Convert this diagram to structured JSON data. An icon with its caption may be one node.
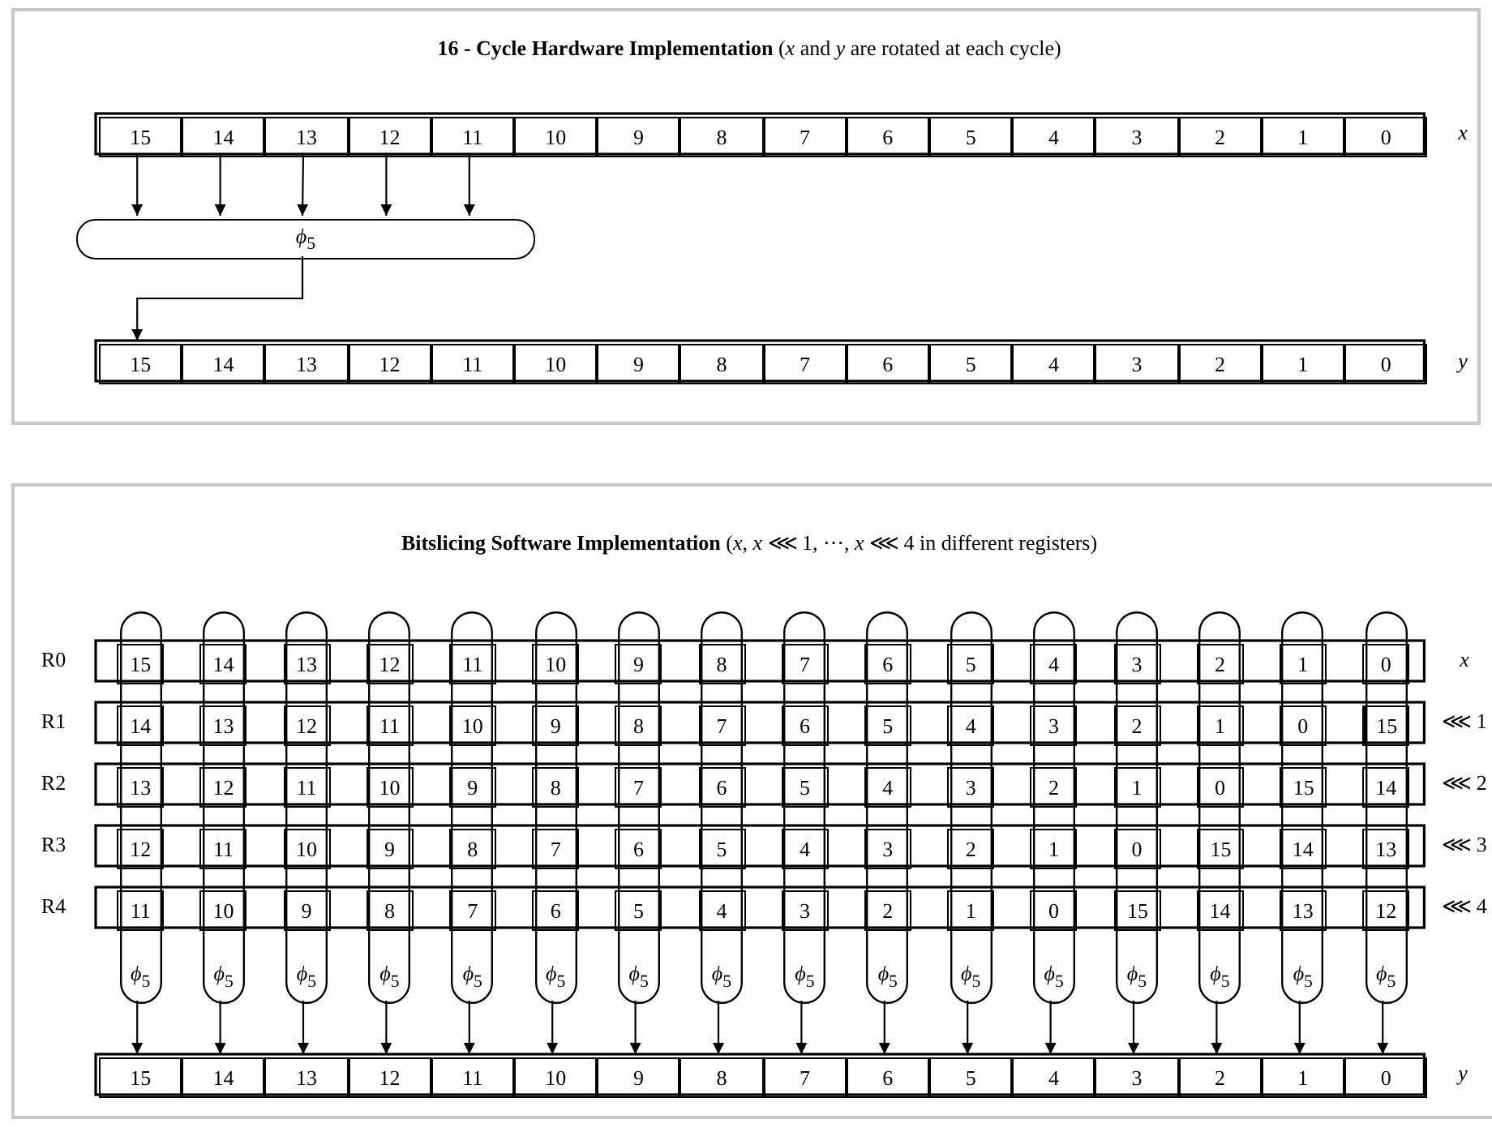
{
  "diagram": {
    "nodes": [
      {
        "text": [
          "**16 - Cycle Hardware Implementation** (*x* and *y* are rotated at each cycle)"
        ]
      },
      {
        "text": [
          "15"
        ],
        "in": 0
      },
      {
        "text": [
          "14"
        ],
        "in": 0
      },
      {
        "text": [
          "13"
        ],
        "in": 0
      },
      {
        "text": [
          "12"
        ],
        "in": 0
      },
      {
        "text": [
          "11"
        ],
        "in": 0
      },
      {
        "text": [
          "10"
        ],
        "in": 0
      },
      {
        "text": [
          "9"
        ],
        "in": 0
      },
      {
        "text": [
          "8"
        ],
        "in": 0
      },
      {
        "text": [
          "7"
        ],
        "in": 0
      },
      {
        "text": [
          "6"
        ],
        "in": 0
      },
      {
        "text": [
          "5"
        ],
        "in": 0
      },
      {
        "text": [
          "4"
        ],
        "in": 0
      },
      {
        "text": [
          "3"
        ],
        "in": 0
      },
      {
        "text": [
          "2"
        ],
        "in": 0
      },
      {
        "text": [
          "1"
        ],
        "in": 0
      },
      {
        "text": [
          "0"
        ],
        "in": 0
      },
      {
        "text": [
          "*ϕ*$_{5}$"
        ],
        "in": 0
      },
      {
        "text": [
          "15"
        ],
        "in": 0
      },
      {
        "text": [
          "14"
        ],
        "in": 0
      },
      {
        "text": [
          "13"
        ],
        "in": 0
      },
      {
        "text": [
          "12"
        ],
        "in": 0
      },
      {
        "text": [
          "11"
        ],
        "in": 0
      },
      {
        "text": [
          "10"
        ],
        "in": 0
      },
      {
        "text": [
          "9"
        ],
        "in": 0
      },
      {
        "text": [
          "8"
        ],
        "in": 0
      },
      {
        "text": [
          "7"
        ],
        "in": 0
      },
      {
        "text": [
          "6"
        ],
        "in": 0
      },
      {
        "text": [
          "5"
        ],
        "in": 0
      },
      {
        "text": [
          "4"
        ],
        "in": 0
      },
      {
        "text": [
          "3"
        ],
        "in": 0
      },
      {
        "text": [
          "2"
        ],
        "in": 0
      },
      {
        "text": [
          "1"
        ],
        "in": 0
      },
      {
        "text": [
          "0"
        ],
        "in": 0
      },
      {
        "text": [
          "**Bitslicing Software Implementation** (*x*, *x* ⋘ 1, ⋯, *x* ⋘ 4 in different registers)"
        ]
      },
      {
        "text": [
          "15"
        ],
        "in": 34
      },
      {
        "text": [
          "14"
        ],
        "in": 34
      },
      {
        "text": [
          "13"
        ],
        "in": 34
      },
      {
        "text": [
          "12"
        ],
        "in": 34
      },
      {
        "text": [
          "11"
        ],
        "in": 34
      },
      {
        "text": [
          "10"
        ],
        "in": 34
      },
      {
        "text": [
          "9"
        ],
        "in": 34
      },
      {
        "text": [
          "8"
        ],
        "in": 34
      },
      {
        "text": [
          "7"
        ],
        "in": 34
      },
      {
        "text": [
          "6"
        ],
        "in": 34
      },
      {
        "text": [
          "5"
        ],
        "in": 34
      },
      {
        "text": [
          "4"
        ],
        "in": 34
      },
      {
        "text": [
          "3"
        ],
        "in": 34
      },
      {
        "text": [
          "2"
        ],
        "in": 34
      },
      {
        "text": [
          "1"
        ],
        "in": 34
      },
      {
        "text": [
          "0"
        ],
        "in": 34
      },
      {
        "text": [
          "14"
        ],
        "in": 34
      },
      {
        "text": [
          "13"
        ],
        "in": 34
      },
      {
        "text": [
          "12"
        ],
        "in": 34
      },
      {
        "text": [
          "11"
        ],
        "in": 34
      },
      {
        "text": [
          "10"
        ],
        "in": 34
      },
      {
        "text": [
          "9"
        ],
        "in": 34
      },
      {
        "text": [
          "8"
        ],
        "in": 34
      },
      {
        "text": [
          "7"
        ],
        "in": 34
      },
      {
        "text": [
          "6"
        ],
        "in": 34
      },
      {
        "text": [
          "5"
        ],
        "in": 34
      },
      {
        "text": [
          "4"
        ],
        "in": 34
      },
      {
        "text": [
          "3"
        ],
        "in": 34
      },
      {
        "text": [
          "2"
        ],
        "in": 34
      },
      {
        "text": [
          "1"
        ],
        "in": 34
      },
      {
        "text": [
          "0"
        ],
        "in": 34
      },
      {
        "text": [
          "15"
        ],
        "in": 34
      },
      {
        "text": [
          "13"
        ],
        "in": 34
      },
      {
        "text": [
          "12"
        ],
        "in": 34
      },
      {
        "text": [
          "11"
        ],
        "in": 34
      },
      {
        "text": [
          "10"
        ],
        "in": 34
      },
      {
        "text": [
          "9"
        ],
        "in": 34
      },
      {
        "text": [
          "8"
        ],
        "in": 34
      },
      {
        "text": [
          "7"
        ],
        "in": 34
      },
      {
        "text": [
          "6"
        ],
        "in": 34
      },
      {
        "text": [
          "5"
        ],
        "in": 34
      },
      {
        "text": [
          "4"
        ],
        "in": 34
      },
      {
        "text": [
          "3"
        ],
        "in": 34
      },
      {
        "text": [
          "2"
        ],
        "in": 34
      },
      {
        "text": [
          "1"
        ],
        "in": 34
      },
      {
        "text": [
          "0"
        ],
        "in": 34
      },
      {
        "text": [
          "15"
        ],
        "in": 34
      },
      {
        "text": [
          "14"
        ],
        "in": 34
      },
      {
        "text": [
          "12"
        ],
        "in": 34
      },
      {
        "text": [
          "11"
        ],
        "in": 34
      },
      {
        "text": [
          "10"
        ],
        "in": 34
      },
      {
        "text": [
          "9"
        ],
        "in": 34
      },
      {
        "text": [
          "8"
        ],
        "in": 34
      },
      {
        "text": [
          "7"
        ],
        "in": 34
      },
      {
        "text": [
          "6"
        ],
        "in": 34
      },
      {
        "text": [
          "5"
        ],
        "in": 34
      },
      {
        "text": [
          "4"
        ],
        "in": 34
      },
      {
        "text": [
          "3"
        ],
        "in": 34
      },
      {
        "text": [
          "2"
        ],
        "in": 34
      },
      {
        "text": [
          "1"
        ],
        "in": 34
      },
      {
        "text": [
          "0"
        ],
        "in": 34
      },
      {
        "text": [
          "15"
        ],
        "in": 34
      },
      {
        "text": [
          "14"
        ],
        "in": 34
      },
      {
        "text": [
          "13"
        ],
        "in": 34
      },
      {
        "text": [
          "11"
        ],
        "in": 34
      },
      {
        "text": [
          "10"
        ],
        "in": 34
      },
      {
        "text": [
          "9"
        ],
        "in": 34
      },
      {
        "text": [
          "8"
        ],
        "in": 34
      },
      {
        "text": [
          "7"
        ],
        "in": 34
      },
      {
        "text": [
          "6"
        ],
        "in": 34
      },
      {
        "text": [
          "5"
        ],
        "in": 34
      },
      {
        "text": [
          "4"
        ],
        "in": 34
      },
      {
        "text": [
          "3"
        ],
        "in": 34
      },
      {
        "text": [
          "2"
        ],
        "in": 34
      },
      {
        "text": [
          "1"
        ],
        "in": 34
      },
      {
        "text": [
          "0"
        ],
        "in": 34
      },
      {
        "text": [
          "15"
        ],
        "in": 34
      },
      {
        "text": [
          "14"
        ],
        "in": 34
      },
      {
        "text": [
          "13"
        ],
        "in": 34
      },
      {
        "text": [
          "12"
        ],
        "in": 34
      },
      {
        "text": [
          "*ϕ*$_{5}$"
        ],
        "in": 34
      },
      {
        "text": [
          "*ϕ*$_{5}$"
        ],
        "in": 34
      },
      {
        "text": [
          "*ϕ*$_{5}$"
        ],
        "in": 34
      },
      {
        "text": [
          "*ϕ*$_{5}$"
        ],
        "in": 34
      },
      {
        "text": [
          "*ϕ*$_{5}$"
        ],
        "in": 34
      },
      {
        "text": [
          "*ϕ*$_{5}$"
        ],
        "in": 34
      },
      {
        "text": [
          "*ϕ*$_{5}$"
        ],
        "in": 34
      },
      {
        "text": [
          "*ϕ*$_{5}$"
        ],
        "in": 34
      },
      {
        "text": [
          "*ϕ*$_{5}$"
        ],
        "in": 34
      },
      {
        "text": [
          "*ϕ*$_{5}$"
        ],
        "in": 34
      },
      {
        "text": [
          "*ϕ*$_{5}$"
        ],
        "in": 34
      },
      {
        "text": [
          "*ϕ*$_{5}$"
        ],
        "in": 34
      },
      {
        "text": [
          "*ϕ*$_{5}$"
        ],
        "in": 34
      },
      {
        "text": [
          "*ϕ*$_{5}$"
        ],
        "in": 34
      },
      {
        "text": [
          "*ϕ*$_{5}$"
        ],
        "in": 34
      },
      {
        "text": [
          "*ϕ*$_{5}$"
        ],
        "in": 34
      },
      {
        "text": [
          "15"
        ],
        "in": 34
      },
      {
        "text": [
          "14"
        ],
        "in": 34
      },
      {
        "text": [
          "13"
        ],
        "in": 34
      },
      {
        "text": [
          "12"
        ],
        "in": 34
      },
      {
        "text": [
          "11"
        ],
        "in": 34
      },
      {
        "text": [
          "10"
        ],
        "in": 34
      },
      {
        "text": [
          "9"
        ],
        "in": 34
      },
      {
        "text": [
          "8"
        ],
        "in": 34
      },
      {
        "text": [
          "7"
        ],
        "in": 34
      },
      {
        "text": [
          "6"
        ],
        "in": 34
      },
      {
        "text": [
          "5"
        ],
        "in": 34
      },
      {
        "text": [
          "4"
        ],
        "in": 34
      },
      {
        "text": [
          "3"
        ],
        "in": 34
      },
      {
        "text": [
          "2"
        ],
        "in": 34
      },
      {
        "text": [
          "1"
        ],
        "in": 34
      },
      {
        "text": [
          "0"
        ],
        "in": 34
      }
    ],
    "edges": [
      {
        "from": 1,
        "to": 17,
        "arrow": "to"
      },
      {
        "from": 2,
        "to": 17,
        "arrow": "to"
      },
      {
        "from": 3,
        "to": 17,
        "arrow": "to"
      },
      {
        "from": 4,
        "to": 17,
        "arrow": "to"
      },
      {
        "from": 5,
        "to": 17,
        "arrow": "to"
      },
      {
        "from": 17,
        "to": 18,
        "arrow": "to"
      },
      {
        "from": 115,
        "to": 131,
        "arrow": "to"
      },
      {
        "from": 116,
        "to": 132,
        "arrow": "to"
      },
      {
        "from": 117,
        "to": 133,
        "arrow": "to"
      },
      {
        "from": 118,
        "to": 134,
        "arrow": "to"
      },
      {
        "from": 119,
        "to": 135,
        "arrow": "to"
      },
      {
        "from": 120,
        "to": 136,
        "arrow": "to"
      },
      {
        "from": 121,
        "to": 137,
        "arrow": "to"
      },
      {
        "from": 122,
        "to": 138,
        "arrow": "to"
      },
      {
        "from": 123,
        "to": 139,
        "arrow": "to"
      },
      {
        "from": 124,
        "to": 140,
        "arrow": "to"
      },
      {
        "from": 125,
        "to": 141,
        "arrow": "to"
      },
      {
        "from": 126,
        "to": 142,
        "arrow": "to"
      },
      {
        "from": 127,
        "to": 143,
        "arrow": "to"
      },
      {
        "from": 128,
        "to": 144,
        "arrow": "to"
      },
      {
        "from": 129,
        "to": 145,
        "arrow": "to"
      },
      {
        "from": 130,
        "to": 146,
        "arrow": "to"
      }
    ],
    "labels": [
      "x",
      "y",
      "R0",
      "x",
      "R1",
      "⋘ 1",
      "R2",
      "⋘ 2",
      "R3",
      "⋘ 3",
      "R4",
      "⋘ 4",
      "y"
    ]
  }
}
